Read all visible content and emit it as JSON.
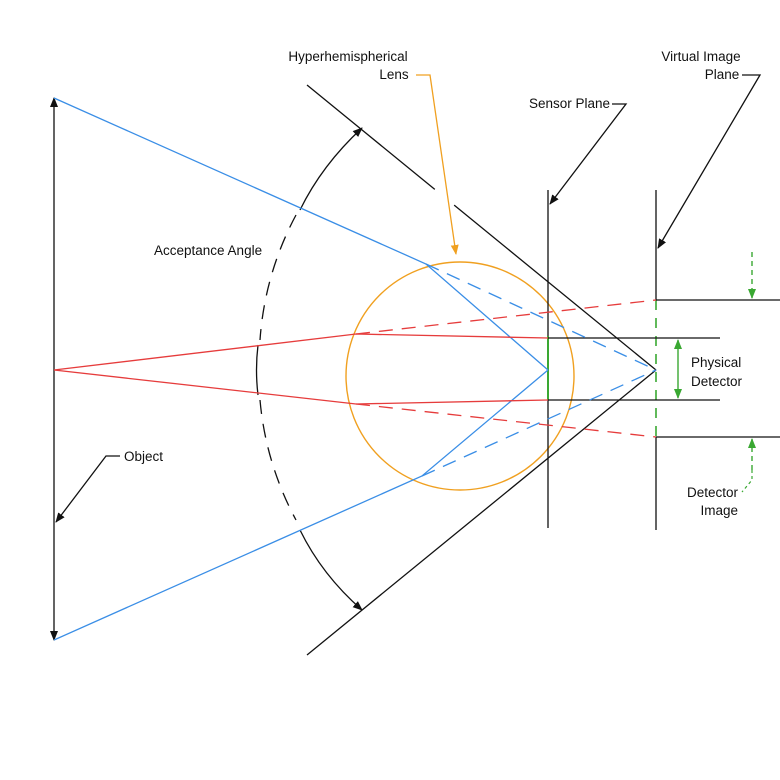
{
  "labels": {
    "lens_line1": "Hyperhemispherical",
    "lens_line2": "Lens",
    "sensor_plane": "Sensor Plane",
    "virtual_line1": "Virtual Image",
    "virtual_line2": "Plane",
    "acceptance_angle": "Acceptance Angle",
    "physical_line1": "Physical",
    "physical_line2": "Detector",
    "object": "Object",
    "detector_image_line1": "Detector",
    "detector_image_line2": "Image"
  },
  "colors": {
    "outline": "#111111",
    "lens": "#f0a020",
    "edge_rays": "#3a8ee6",
    "center_rays": "#e63c3c",
    "detector": "#3aa832"
  }
}
